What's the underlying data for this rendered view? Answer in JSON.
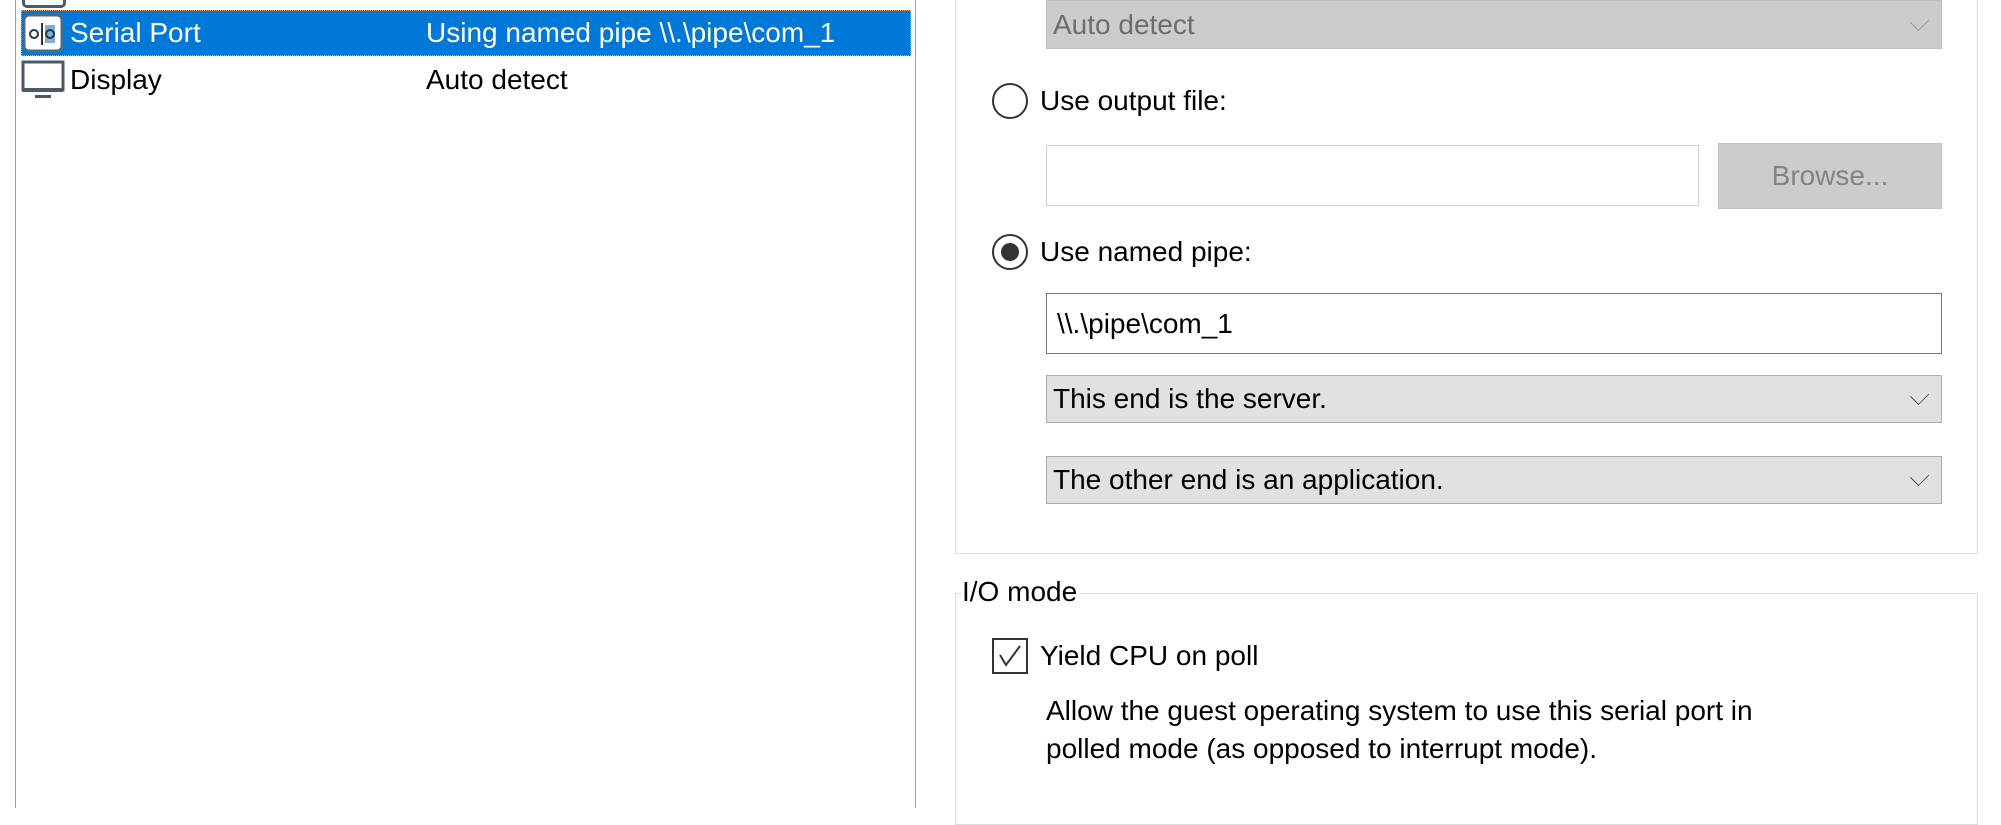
{
  "device_list": {
    "rows": [
      {
        "name": "Serial Port",
        "value": "Using named pipe \\\\.\\pipe\\com_1",
        "icon": "serial-port-icon",
        "selected": true
      },
      {
        "name": "Display",
        "value": "Auto detect",
        "icon": "monitor-icon",
        "selected": false
      }
    ]
  },
  "connection": {
    "physical_port_select": "Auto detect",
    "output_file_label": "Use output file:",
    "output_file_value": "",
    "browse_label": "Browse...",
    "named_pipe_label": "Use named pipe:",
    "named_pipe_value": "\\\\.\\pipe\\com_1",
    "this_end_select": "This end is the server.",
    "other_end_select": "The other end is an application.",
    "selected_option": "named_pipe"
  },
  "io_mode": {
    "title": "I/O mode",
    "yield_cpu_label": "Yield CPU on poll",
    "yield_cpu_checked": true,
    "description_line1": "Allow the guest operating system to use this serial port in",
    "description_line2": "polled mode (as opposed to interrupt mode)."
  },
  "colors": {
    "selection": "#0078d7",
    "disabled_bg": "#cccccc",
    "combo_bg": "#e1e1e1"
  }
}
